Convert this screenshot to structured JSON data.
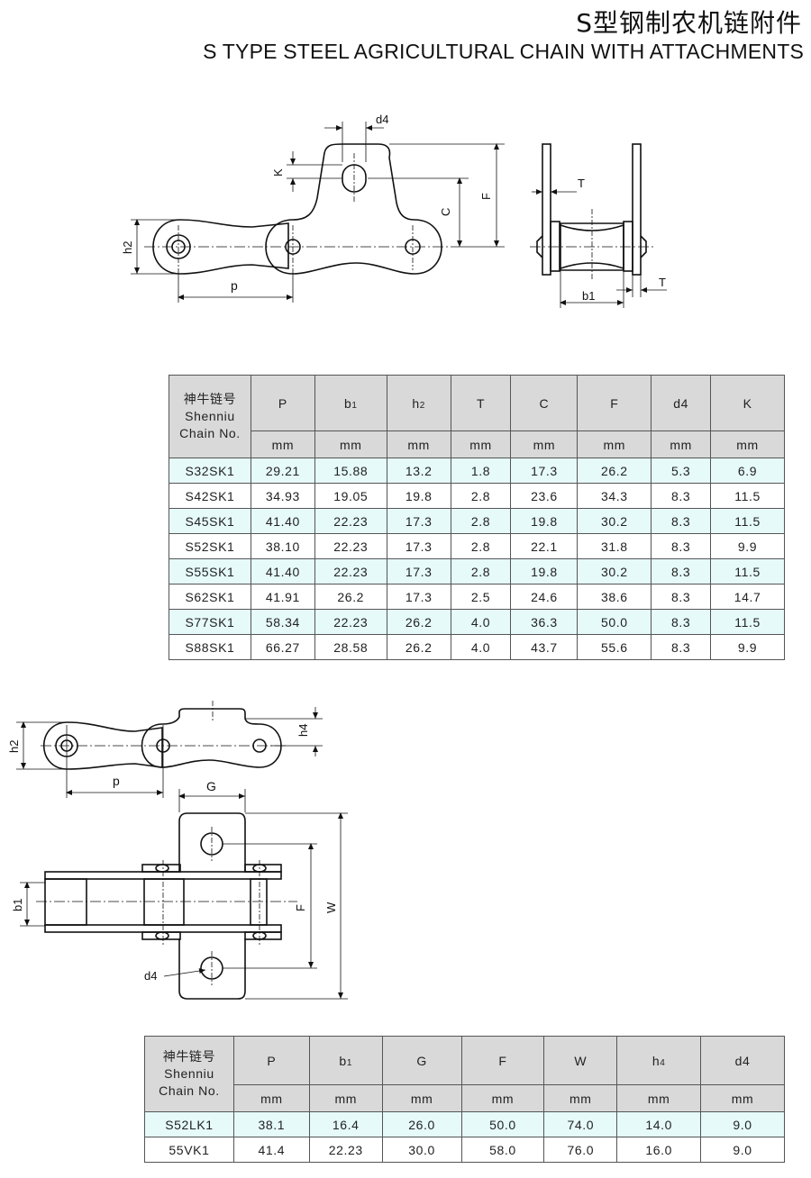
{
  "title_cn": "S型钢制农机链附件",
  "title_en": "S TYPE STEEL AGRICULTURAL CHAIN WITH ATTACHMENTS",
  "diagram1": {
    "labels": {
      "d4": "d4",
      "K": "K",
      "C": "C",
      "F": "F",
      "h2": "h2",
      "p": "p",
      "T_top": "T",
      "T_bottom": "T",
      "b1": "b1"
    }
  },
  "table1": {
    "corner": {
      "cn": "神牛链号",
      "en1": "Shenniu",
      "en2": "Chain No."
    },
    "headers": [
      "P",
      "b1",
      "h2",
      "T",
      "C",
      "F",
      "d4",
      "K"
    ],
    "units": [
      "mm",
      "mm",
      "mm",
      "mm",
      "mm",
      "mm",
      "mm",
      "mm"
    ],
    "rows": [
      [
        "S32SK1",
        "29.21",
        "15.88",
        "13.2",
        "1.8",
        "17.3",
        "26.2",
        "5.3",
        "6.9"
      ],
      [
        "S42SK1",
        "34.93",
        "19.05",
        "19.8",
        "2.8",
        "23.6",
        "34.3",
        "8.3",
        "11.5"
      ],
      [
        "S45SK1",
        "41.40",
        "22.23",
        "17.3",
        "2.8",
        "19.8",
        "30.2",
        "8.3",
        "11.5"
      ],
      [
        "S52SK1",
        "38.10",
        "22.23",
        "17.3",
        "2.8",
        "22.1",
        "31.8",
        "8.3",
        "9.9"
      ],
      [
        "S55SK1",
        "41.40",
        "22.23",
        "17.3",
        "2.8",
        "19.8",
        "30.2",
        "8.3",
        "11.5"
      ],
      [
        "S62SK1",
        "41.91",
        "26.2",
        "17.3",
        "2.5",
        "24.6",
        "38.6",
        "8.3",
        "14.7"
      ],
      [
        "S77SK1",
        "58.34",
        "22.23",
        "26.2",
        "4.0",
        "36.3",
        "50.0",
        "8.3",
        "11.5"
      ],
      [
        "S88SK1",
        "66.27",
        "28.58",
        "26.2",
        "4.0",
        "43.7",
        "55.6",
        "8.3",
        "9.9"
      ]
    ]
  },
  "diagram2": {
    "labels": {
      "h2": "h2",
      "h4": "h4",
      "p": "p",
      "G": "G",
      "b1": "b1",
      "F": "F",
      "W": "W",
      "d4": "d4"
    }
  },
  "table2": {
    "corner": {
      "cn": "神牛链号",
      "en1": "Shenniu",
      "en2": "Chain No."
    },
    "headers": [
      "P",
      "b1",
      "G",
      "F",
      "W",
      "h4",
      "d4"
    ],
    "units": [
      "mm",
      "mm",
      "mm",
      "mm",
      "mm",
      "mm",
      "mm"
    ],
    "rows": [
      [
        "S52LK1",
        "38.1",
        "16.4",
        "26.0",
        "50.0",
        "74.0",
        "14.0",
        "9.0"
      ],
      [
        "55VK1",
        "41.4",
        "22.23",
        "30.0",
        "58.0",
        "76.0",
        "16.0",
        "9.0"
      ]
    ]
  }
}
